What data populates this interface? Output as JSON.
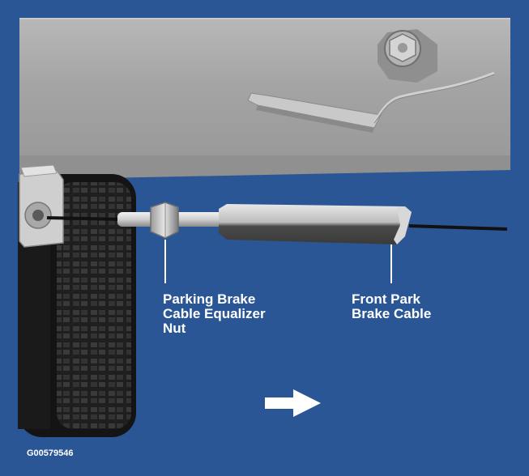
{
  "labels": {
    "equalizer_nut": [
      "Parking Brake",
      "Cable Equalizer",
      "Nut"
    ],
    "front_cable": [
      "Front Park",
      "Brake Cable"
    ]
  },
  "figure_id": "G00579546",
  "colors": {
    "background": "#2a5696",
    "frame": "#a9a9a9",
    "cable": "#111111",
    "label_text": "#ffffff"
  },
  "icons": {
    "direction": "right-arrow-icon"
  }
}
